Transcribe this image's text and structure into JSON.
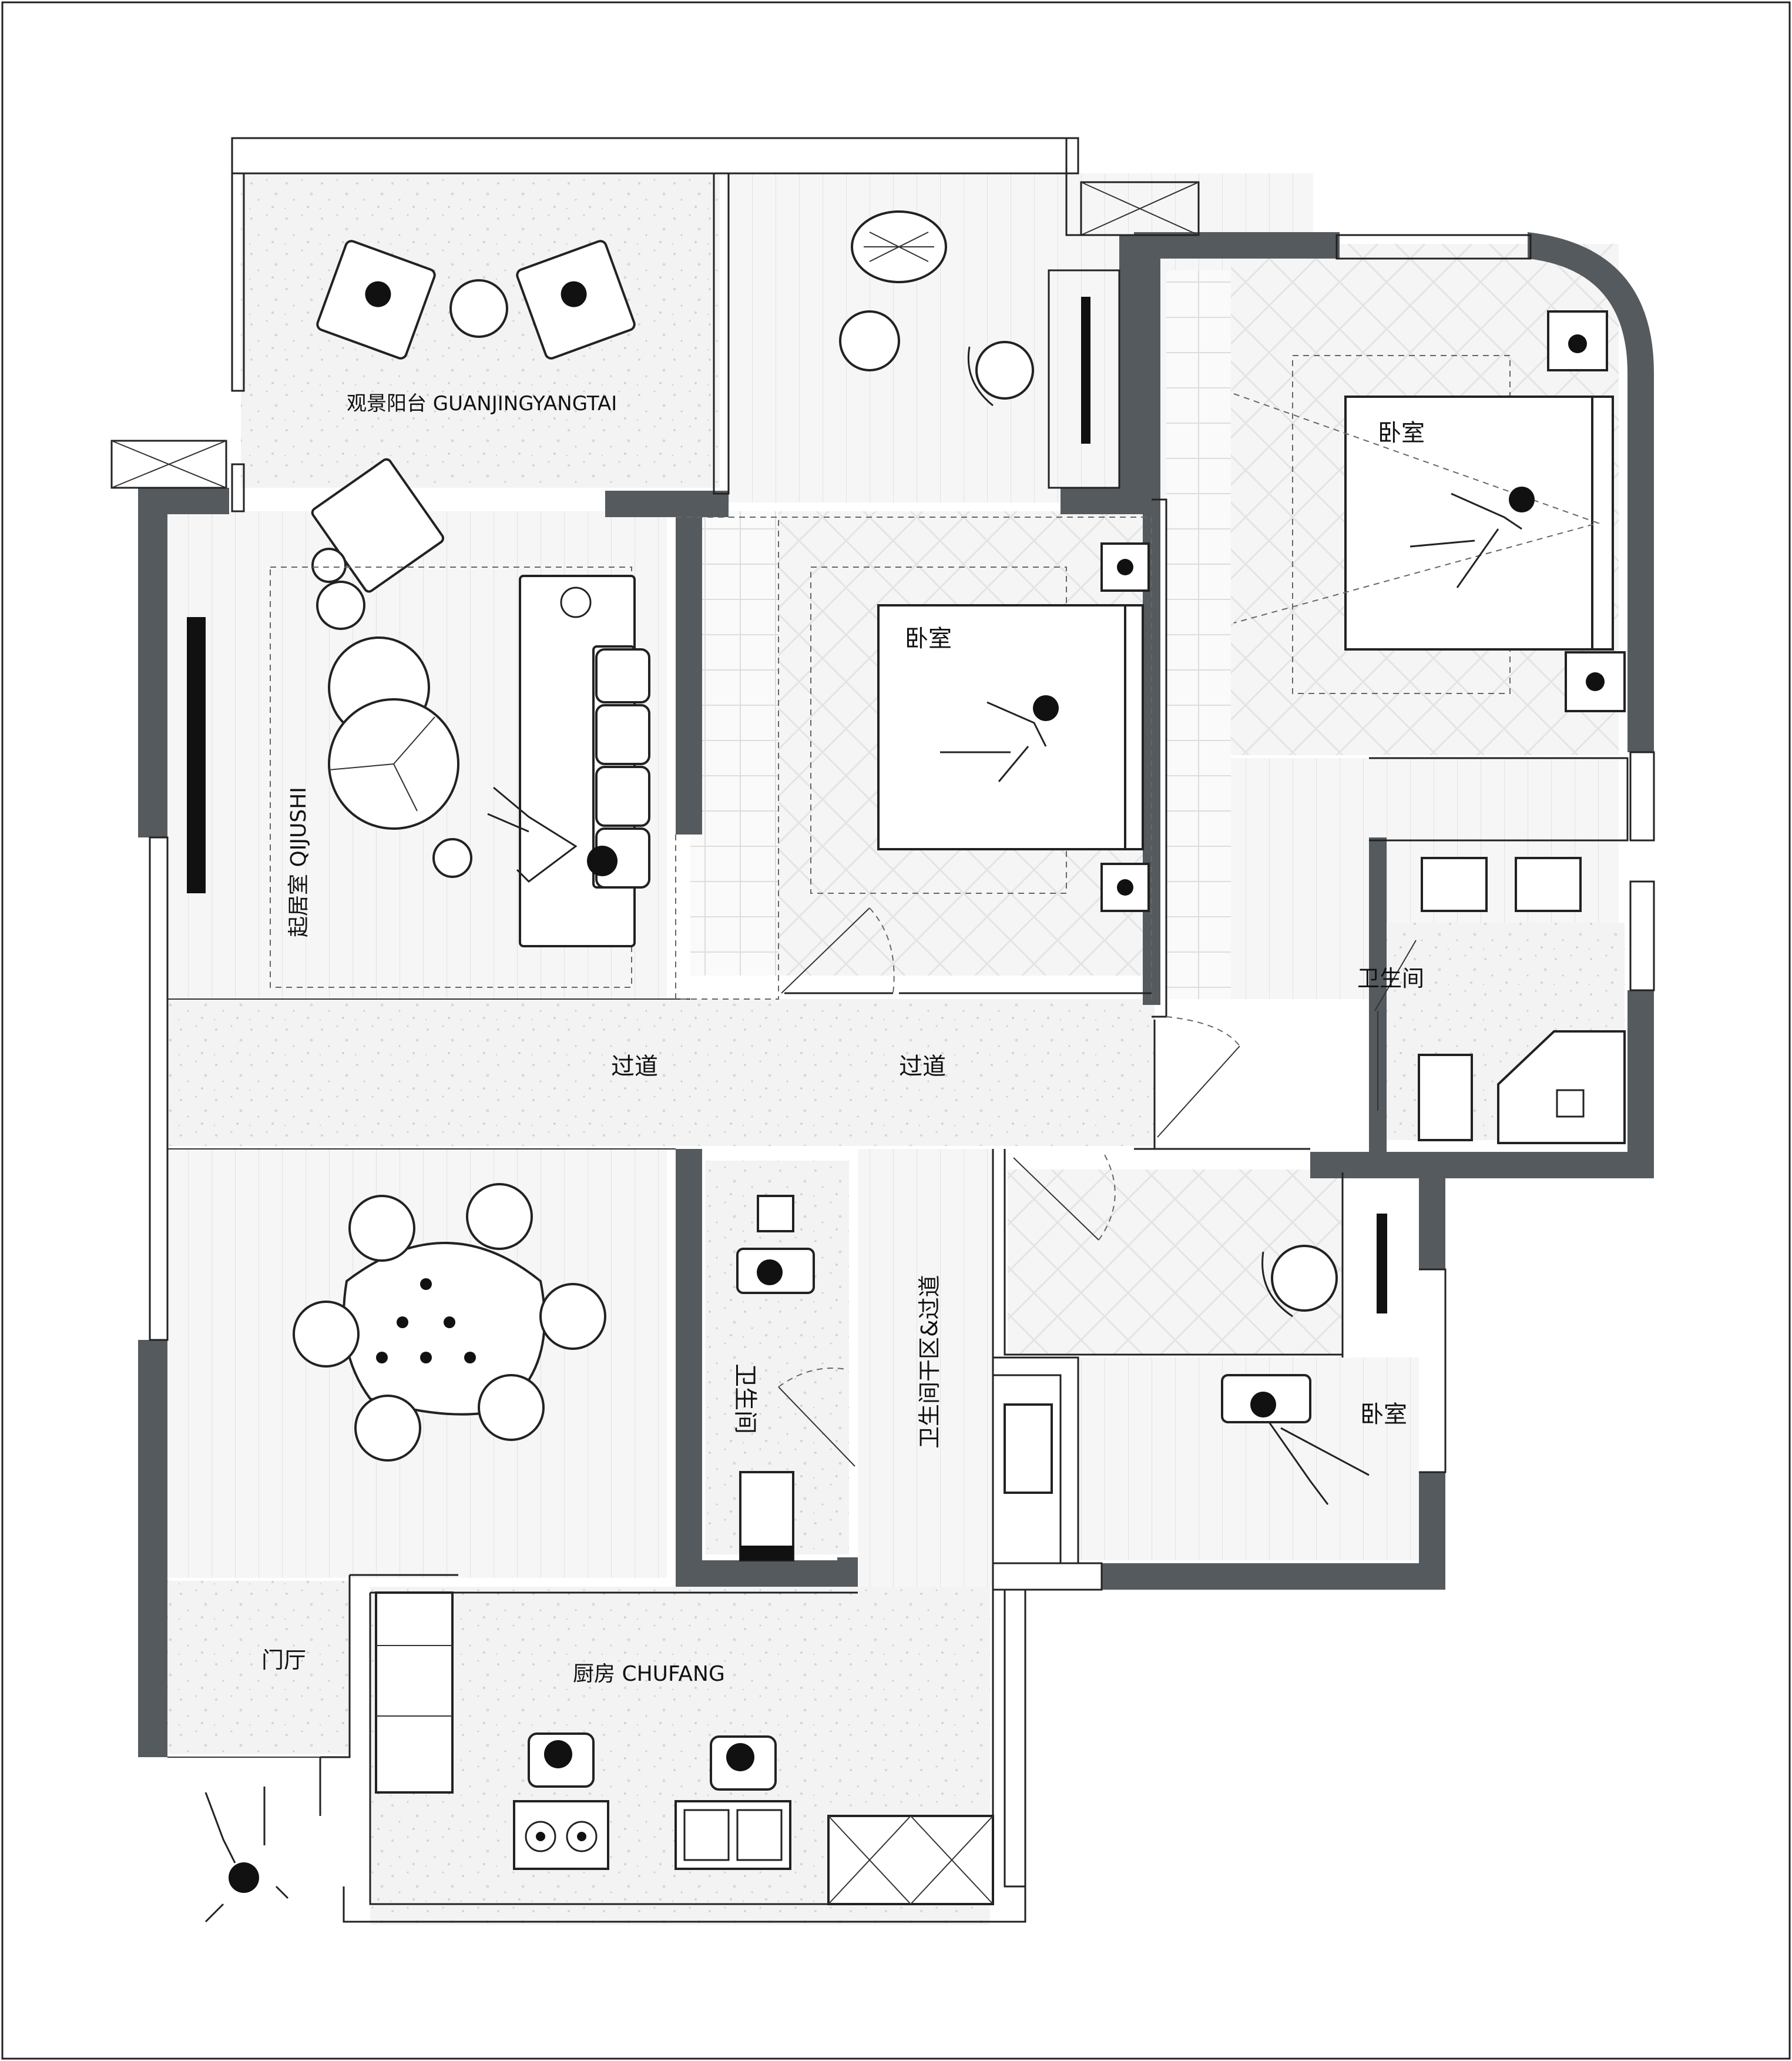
{
  "rooms": {
    "balcony": "观景阳台 GUANJINGYANGTAI",
    "living": "起居室 QIJUSHI",
    "bedroom_center": "卧室",
    "bedroom_right": "卧室",
    "bedroom_lower": "卧室",
    "bathroom_right": "卫生间",
    "bathroom_center": "卫生间",
    "corridor_left": "过道",
    "corridor_right": "过道",
    "dry_area": "卫生间干区&过道",
    "foyer": "门厅",
    "kitchen": "厨房 CHUFANG"
  },
  "colors": {
    "wall": "#555a5e",
    "line": "#222222",
    "floor_fill": "#f4f4f4",
    "background": "#ffffff"
  },
  "icons": [
    "person-icon",
    "bed-icon",
    "sofa-icon",
    "chair-icon",
    "table-icon",
    "sink-icon",
    "stove-icon",
    "lamp-icon",
    "door-icon",
    "toilet-icon"
  ]
}
